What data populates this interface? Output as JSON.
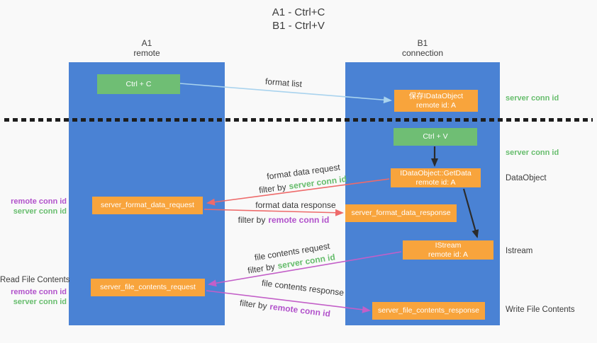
{
  "title": {
    "line1": "A1 - Ctrl+C",
    "line2": "B1 - Ctrl+V"
  },
  "lanes": [
    {
      "name": "A1",
      "role": "remote"
    },
    {
      "name": "B1",
      "role": "connection"
    }
  ],
  "nodes": {
    "ctrl_c": {
      "label": "Ctrl + C"
    },
    "save_dataobject": {
      "line1": "保存IDataObject",
      "line2": "remote id: A"
    },
    "ctrl_v": {
      "label": "Ctrl + V"
    },
    "getdata": {
      "line1": "IDataObject::GetData",
      "line2": "remote id: A"
    },
    "istream": {
      "line1": "IStream",
      "line2": "remote id: A"
    },
    "format_request": {
      "label": "server_format_data_request"
    },
    "format_response": {
      "label": "server_format_data_response"
    },
    "file_request": {
      "label": "server_file_contents_request"
    },
    "file_response": {
      "label": "server_file_contents_response"
    }
  },
  "edges": {
    "format_list": {
      "label": "format list"
    },
    "format_request": {
      "label": "format data request",
      "filter_prefix": "filter by",
      "filter_key": "server conn id"
    },
    "format_response": {
      "label": "format data response",
      "filter_prefix": "filter by",
      "filter_key": "remote conn id"
    },
    "file_request": {
      "label": "file contents request",
      "filter_prefix": "filter by",
      "filter_key": "server conn id"
    },
    "file_response": {
      "label": "file contents response",
      "filter_prefix": "filter by",
      "filter_key": "remote conn id"
    }
  },
  "side_labels": {
    "right_server_conn_1": "server conn id",
    "right_server_conn_2": "server conn id",
    "right_dataobject": "DataObject",
    "right_istream": "Istream",
    "right_write_file_contents": "Write File Contents",
    "left_remote_conn_1": "remote conn id",
    "left_server_conn_1": "server conn id",
    "left_read_file_contents": "Read File Contents",
    "left_remote_conn_2": "remote conn id",
    "left_server_conn_2": "server conn id"
  },
  "colors": {
    "bg": "#f9f9f9",
    "lane-blue": "#4a82d4",
    "box-green": "#6fbe74",
    "box-orange": "#f8a43c",
    "arrow-lightblue": "#a9d3ee",
    "arrow-red": "#ee6a6a",
    "arrow-purple": "#c35fc8",
    "arrow-black": "#2b2b2b",
    "text-green": "#67bd6d",
    "text-purple": "#b151cb",
    "text-dark": "#3c3c3c"
  }
}
